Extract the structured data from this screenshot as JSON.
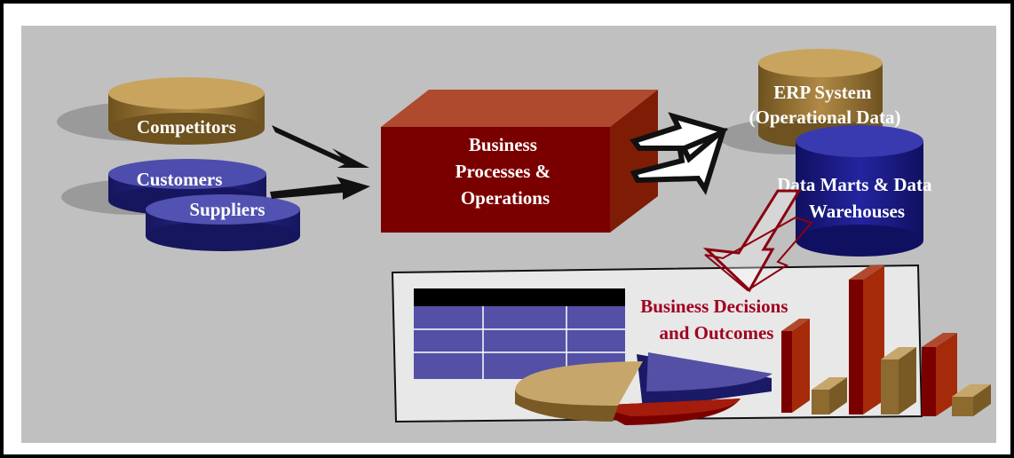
{
  "diagram": {
    "nodes": {
      "competitors": "Competitors",
      "customers": "Customers",
      "suppliers": "Suppliers",
      "business_processes": [
        "Business",
        "Processes &",
        "Operations"
      ],
      "erp_system": [
        "ERP System",
        "(Operational Data)"
      ],
      "data_marts": [
        "Data Marts & Data",
        "Warehouses"
      ],
      "business_decisions": [
        "Business Decisions",
        "and Outcomes"
      ]
    },
    "colors": {
      "background": "#c0c0c0",
      "competitors_fill": "#9c7a3c",
      "customers_fill": "#33338c",
      "process_box_front": "#7a0000",
      "process_box_top": "#b04a2e",
      "erp_fill": "#8a6a30",
      "data_mart_fill": "#1f1f8a",
      "decision_text": "#a00020",
      "label_text": "#ffffff"
    }
  }
}
